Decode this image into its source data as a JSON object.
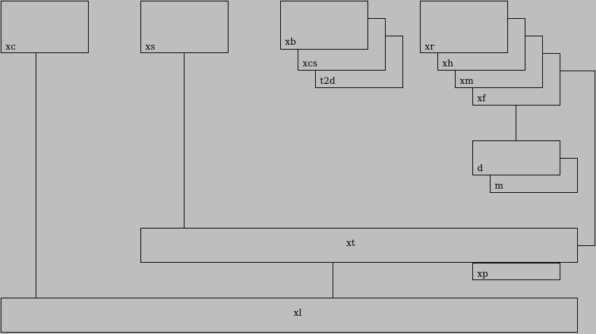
{
  "diagram": {
    "background": "#bebebe",
    "stroke": "#000000",
    "nodes": {
      "xc": "xc",
      "xs": "xs",
      "xb": "xb",
      "xcs": "xcs",
      "t2d": "t2d",
      "xr": "xr",
      "xh": "xh",
      "xm": "xm",
      "xf": "xf",
      "d": "d",
      "m": "m",
      "xt": "xt",
      "xp": "xp",
      "xl": "xl"
    }
  }
}
